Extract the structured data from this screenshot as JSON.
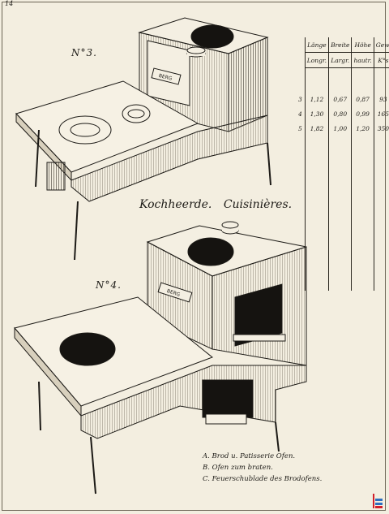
{
  "page_number": "14",
  "labels": {
    "fig3": "N°3.",
    "fig4": "N°4."
  },
  "title": {
    "de": "Kochheerde.",
    "fr": "Cuisinières."
  },
  "badge": "BERG",
  "table": {
    "headers_de": [
      "Länge",
      "Breite",
      "Höhe",
      "Gew."
    ],
    "headers_fr": [
      "Longr.",
      "Largr.",
      "hautr.",
      "K°s"
    ],
    "rows": [
      {
        "no": "3",
        "vals": [
          "1,12",
          "0,67",
          "0,87",
          "93"
        ]
      },
      {
        "no": "4",
        "vals": [
          "1,30",
          "0,80",
          "0,99",
          "165"
        ]
      },
      {
        "no": "5",
        "vals": [
          "1,82",
          "1,00",
          "1,20",
          "350"
        ]
      }
    ]
  },
  "legend": [
    "A. Brod u. Patisserie Ofen.",
    "B. Ofen zum braten.",
    "C. Feuerschublade des Brodofens."
  ],
  "colors": {
    "paper": "#f3eee0",
    "ink": "#1c1a16",
    "shade": "#8e8675"
  }
}
